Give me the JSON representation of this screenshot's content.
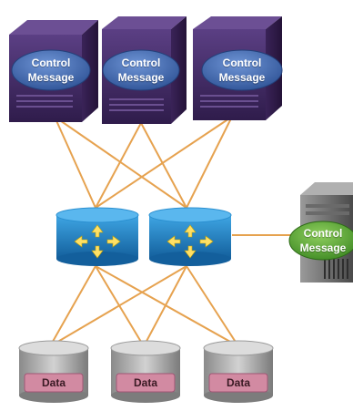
{
  "servers": [
    {
      "label_line1": "Control",
      "label_line2": "Message"
    },
    {
      "label_line1": "Control",
      "label_line2": "Message"
    },
    {
      "label_line1": "Control",
      "label_line2": "Message"
    }
  ],
  "external_server": {
    "label_line1": "Control",
    "label_line2": "Message"
  },
  "routers": [
    {
      "icon": "router-arrows-icon"
    },
    {
      "icon": "router-arrows-icon"
    }
  ],
  "databases": [
    {
      "label": "Data"
    },
    {
      "label": "Data"
    },
    {
      "label": "Data"
    }
  ],
  "colors": {
    "server_body": "#4a2f6e",
    "server_top": "#6c4f94",
    "bubble": "#3f64a8",
    "external_bubble": "#5aa43a",
    "link": "#e6a24f",
    "router": "#1e82c8",
    "database": "#a8a8a8",
    "data_label_bg": "#d28aa2"
  }
}
